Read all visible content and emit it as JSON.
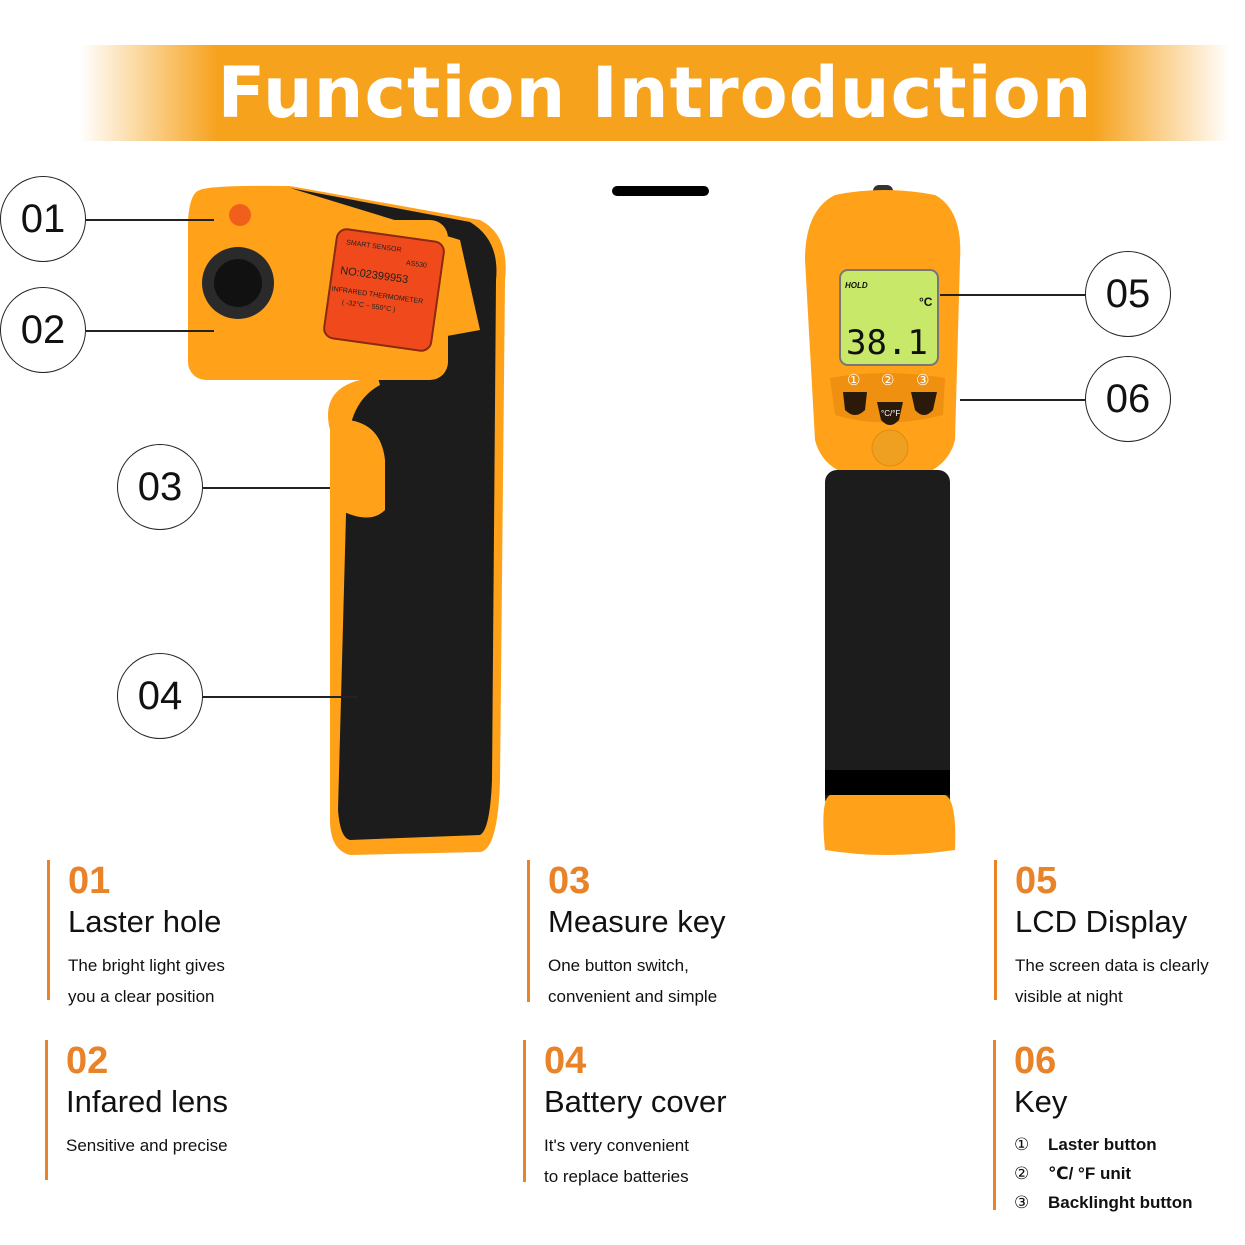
{
  "title": "Function Introduction",
  "callouts": [
    "01",
    "02",
    "03",
    "04",
    "05",
    "06"
  ],
  "device": {
    "brand": "SMART SENSOR",
    "model": "AS530",
    "serial": "NO:02399953",
    "label_line1": "INFRARED THERMOMETER",
    "label_line2": "( -32°C ~ 550°C )",
    "lcd_hold": "HOLD",
    "lcd_reading": "38.1",
    "lcd_unit": "°C",
    "button_numbers": [
      "①",
      "②",
      "③"
    ],
    "unit_button": "°C/°F"
  },
  "features": [
    {
      "num": "01",
      "title": "Laster hole",
      "desc": [
        "The bright light gives",
        "you a clear position"
      ]
    },
    {
      "num": "02",
      "title": "Infared lens",
      "desc": [
        "Sensitive and precise"
      ]
    },
    {
      "num": "03",
      "title": "Measure key",
      "desc": [
        "One button switch,",
        "convenient and simple"
      ]
    },
    {
      "num": "04",
      "title": "Battery cover",
      "desc": [
        "It's very convenient",
        "to replace batteries"
      ]
    },
    {
      "num": "05",
      "title": "LCD Display",
      "desc": [
        "The screen data is clearly",
        "visible at night"
      ]
    },
    {
      "num": "06",
      "title": "Key",
      "keys": [
        {
          "n": "①",
          "label": "Laster button"
        },
        {
          "n": "②",
          "label": "℃/ °F unit"
        },
        {
          "n": "③",
          "label": "Backlinght button"
        }
      ]
    }
  ],
  "colors": {
    "accent": "#f6a21c",
    "number": "#e8832a",
    "body": "#ffa21a",
    "grip": "#1c1c1c",
    "lcd": "#c8e86a"
  }
}
